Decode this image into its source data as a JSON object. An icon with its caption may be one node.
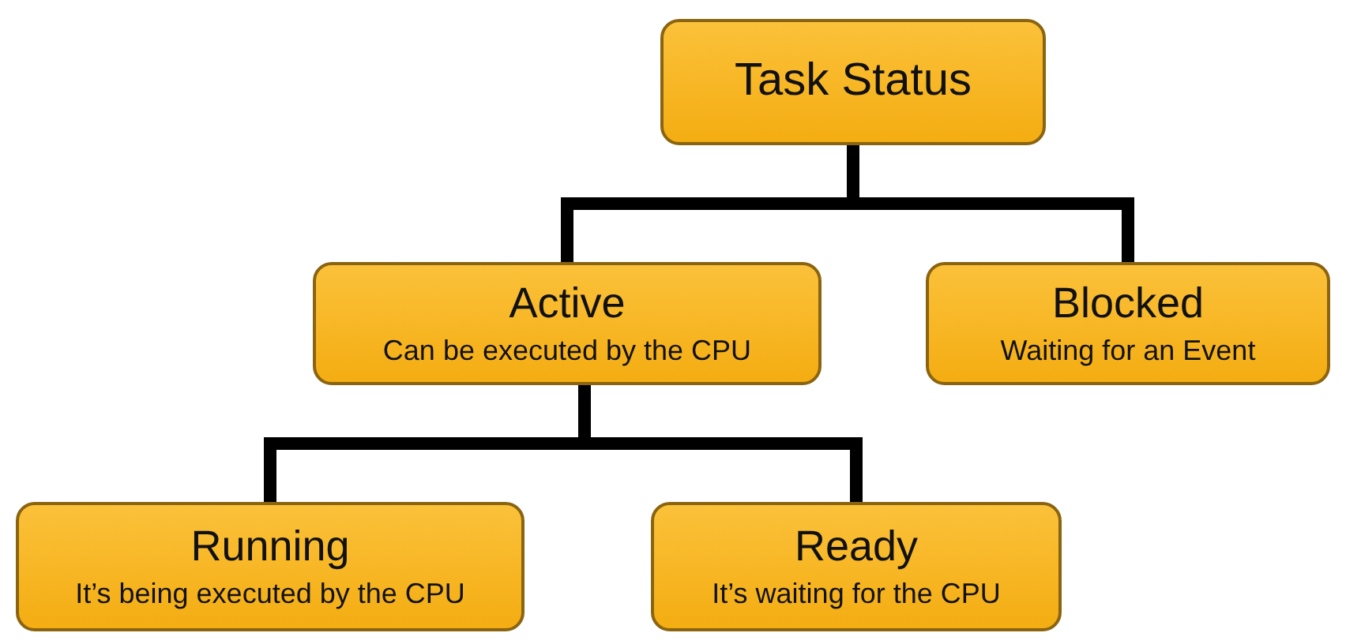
{
  "diagram": {
    "nodes": [
      {
        "text": [
          "Task Status"
        ]
      },
      {
        "text": [
          "Active",
          "Can be executed by the CPU"
        ]
      },
      {
        "text": [
          "Blocked",
          "Waiting for an Event"
        ]
      },
      {
        "text": [
          "Running",
          "It’s being executed by the CPU"
        ]
      },
      {
        "text": [
          "Ready",
          "It’s waiting for the CPU"
        ]
      }
    ],
    "edges": [
      {
        "from": 0,
        "to": 1,
        "arrow": "none"
      },
      {
        "from": 0,
        "to": 2,
        "arrow": "none"
      },
      {
        "from": 1,
        "to": 3,
        "arrow": "none"
      },
      {
        "from": 1,
        "to": 4,
        "arrow": "none"
      }
    ]
  }
}
